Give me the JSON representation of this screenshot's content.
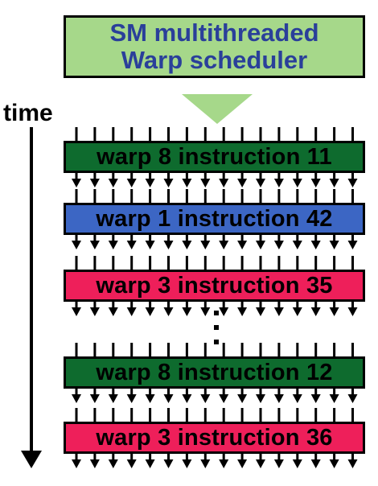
{
  "scheduler": {
    "line1": "SM multithreaded",
    "line2": "Warp scheduler",
    "fill": "#a6d88a",
    "text_color": "#2a3f9a"
  },
  "arrow_fill": "#a6d88a",
  "time_label": "time",
  "warps": [
    {
      "label": "warp 8 instruction 11",
      "color": "#0e6b2e"
    },
    {
      "label": "warp 1 instruction 42",
      "color": "#3c66c4"
    },
    {
      "label": "warp 3 instruction 35",
      "color": "#ee1f5a"
    },
    {
      "label": "warp 8 instruction 12",
      "color": "#0e6b2e"
    },
    {
      "label": "warp 3 instruction 36",
      "color": "#ee1f5a"
    }
  ]
}
